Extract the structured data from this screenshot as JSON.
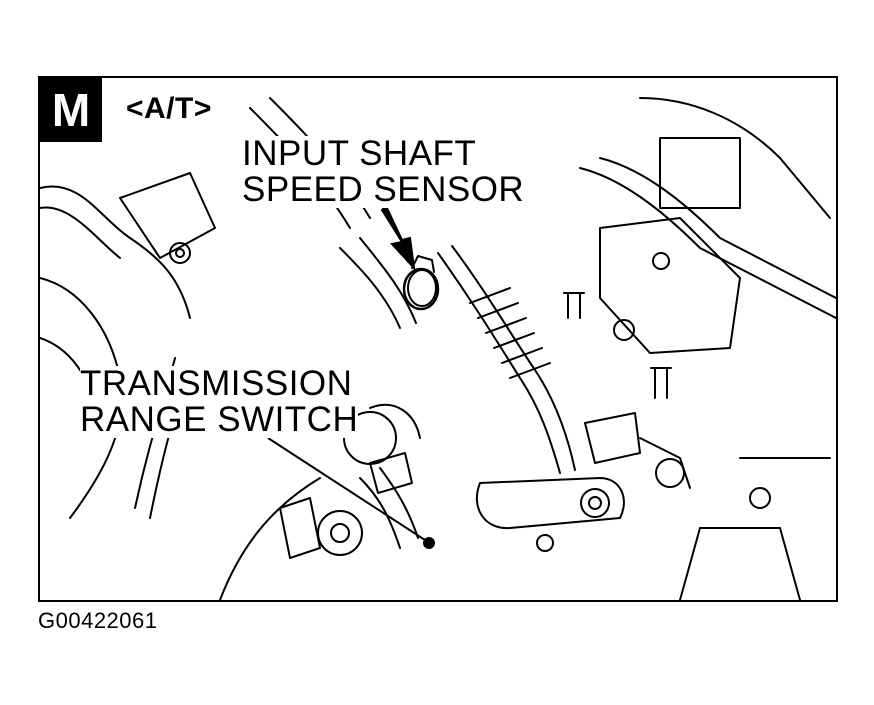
{
  "figure": {
    "badge_letter": "M",
    "variant_label": "<A/T>",
    "callouts": [
      {
        "id": "input_shaft_speed_sensor",
        "lines": [
          "INPUT SHAFT",
          "SPEED SENSOR"
        ]
      },
      {
        "id": "transmission_range_switch",
        "lines": [
          "TRANSMISSION",
          "RANGE SWITCH"
        ]
      }
    ],
    "figure_code": "G00422061"
  },
  "colors": {
    "ink": "#000000",
    "paper": "#ffffff"
  }
}
